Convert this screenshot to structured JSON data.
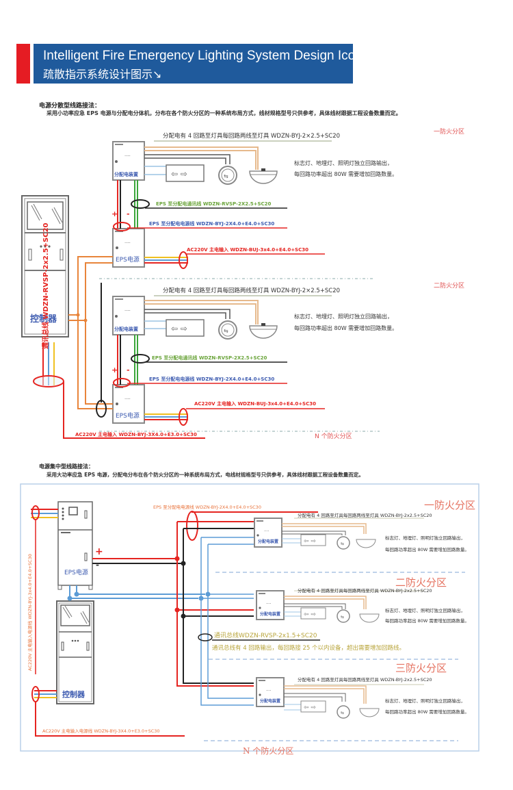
{
  "header": {
    "title_en": "Intelligent Fire Emergency Lighting System Design Icon",
    "title_cn": "疏散指示系统设计图示↘"
  },
  "section1": {
    "title": "电源分散型线路接法：",
    "description": "采用小功率应急 EPS 电源与分配电分体机，分布在各个防火分区的一种系统布局方式，线材规格型号只供参考，具体线材跟据工程设备数量而定。",
    "zones": [
      "一防火分区",
      "二防火分区",
      "N 个防火分区"
    ],
    "branch_line_label": "分配电有 4 回路至灯具每回路两线至灯具 WDZN-BYJ-2×2.5+SC20",
    "note_line1": "标志灯、地埋灯、照明灯独立回路输出，",
    "note_line2": "每回路功率超出 80W 需要增加回路数量。",
    "comm_line_label": "EPS 至分配电通讯线 WDZN-RVSP-2X2.5+SC20",
    "power_line_label": "EPS 至分配电电源线 WDZN-BYJ-2X4.0+E4.0+SC30",
    "ac_input_label": "AC220V 主电输入 WDZN-BUJ-3x4.0+E4.0+SC30",
    "main_ac_label": "AC220V 主电输入 WDZN-BYJ-3X4.0+E3.0+SC30",
    "bus_label": "通讯总线 WDZN-RVSP-2x2.5+SC20",
    "controller_label": "控制器",
    "distributor_label": "分配电装置",
    "eps_label": "EPS电源",
    "plus": "+",
    "minus": "-"
  },
  "section2": {
    "title": "电源集中型线路接法：",
    "description": "采用大功率应急 EPS 电源，分配电分布在各个防火分区的一种系统布局方式，电线材规格型号只供参考，具体线材跟据工程设备数量而定。",
    "zones": [
      "一防火分区",
      "二防火分区",
      "三防火分区",
      "N 个防火分区"
    ],
    "eps_power_label": "EPS 至分配电电源线 WDZN-BYJ-2X4.0+E4.0+SC30",
    "branch_line_label": "分配电有 4 回路至灯具每回路两线至灯具 WDZN-BYJ-2x2.5+SC20",
    "note_line1": "标志灯、地埋灯、照明灯独立回路输出，",
    "note_line2": "每回路功率超出 80W 需要增加回路数量。",
    "bus_label": "通讯总线WDZN-RVSP-2x1.5+SC20",
    "bus_note": "通讯总线有 4 回路输出，每回路接 25 个以内设备，超出需要增加回路线。",
    "vertical_label": "AC220V 主电输入电源线 WDZN-BYJ-3x4.0+E4.0+SC30",
    "ac_input_label": "AC220V 主电输入电源线 WDZN-BYJ-3X4.0+E3.0+SC30",
    "eps_label": "EPS电源",
    "controller_label": "控制器",
    "distributor_label": "分配电装置",
    "plus": "+",
    "minus": "-"
  },
  "colors": {
    "header_blue": "#1f5a9c",
    "header_red": "#e51c23",
    "wire_red": "#e52420",
    "wire_blue": "#5b9bd5",
    "wire_green": "#3aa63a",
    "wire_orange": "#e8843a",
    "wire_yellow": "#f0c020",
    "wire_tan": "#e6b98c"
  }
}
